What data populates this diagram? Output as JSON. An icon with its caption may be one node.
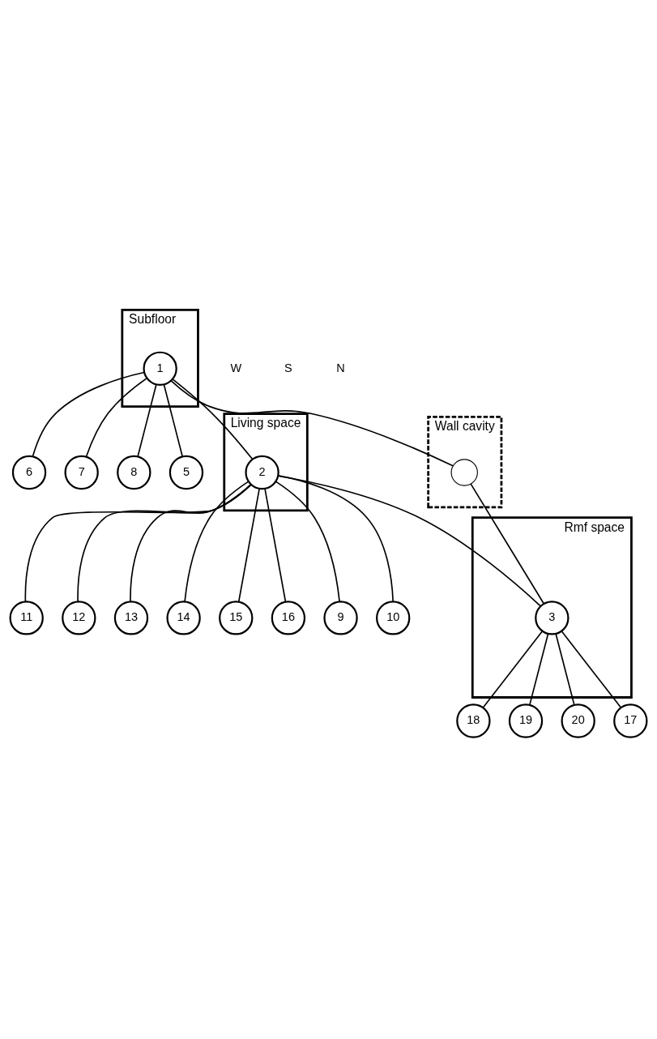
{
  "diagram": {
    "nodes": [
      {
        "text": [
          "Subfloor"
        ]
      },
      {
        "text": [
          "1"
        ],
        "in": 0
      },
      {
        "text": [
          "6"
        ]
      },
      {
        "text": [
          "7"
        ]
      },
      {
        "text": [
          "8"
        ]
      },
      {
        "text": [
          "5"
        ]
      },
      {
        "text": [
          "Living space"
        ]
      },
      {
        "text": [
          "2"
        ],
        "in": 6
      },
      {
        "text": [
          "11"
        ]
      },
      {
        "text": [
          "12"
        ]
      },
      {
        "text": [
          "13"
        ]
      },
      {
        "text": [
          "14"
        ]
      },
      {
        "text": [
          "15"
        ]
      },
      {
        "text": [
          "16"
        ]
      },
      {
        "text": [
          "9"
        ]
      },
      {
        "text": [
          "10"
        ]
      },
      {
        "text": [
          "Wall cavity"
        ]
      },
      {
        "text": [],
        "shape": "circle",
        "in": 16
      },
      {
        "text": [
          "Rmf space"
        ]
      },
      {
        "text": [
          "3"
        ],
        "in": 18
      },
      {
        "text": [
          "18"
        ]
      },
      {
        "text": [
          "19"
        ]
      },
      {
        "text": [
          "20"
        ]
      },
      {
        "text": [
          "17"
        ]
      }
    ],
    "edges": [
      {
        "from": 1,
        "to": 2,
        "arrow": "none"
      },
      {
        "from": 1,
        "to": 3,
        "arrow": "none"
      },
      {
        "from": 1,
        "to": 4,
        "arrow": "none"
      },
      {
        "from": 1,
        "to": 5,
        "arrow": "none"
      },
      {
        "from": 1,
        "to": 7,
        "arrow": "none"
      },
      {
        "from": 1,
        "to": 17,
        "arrow": "none"
      },
      {
        "from": 17,
        "to": 19,
        "arrow": "none"
      },
      {
        "from": 7,
        "to": 8,
        "arrow": "none"
      },
      {
        "from": 7,
        "to": 9,
        "arrow": "none"
      },
      {
        "from": 7,
        "to": 10,
        "arrow": "none"
      },
      {
        "from": 7,
        "to": 11,
        "arrow": "none"
      },
      {
        "from": 7,
        "to": 12,
        "arrow": "none"
      },
      {
        "from": 7,
        "to": 13,
        "arrow": "none"
      },
      {
        "from": 7,
        "to": 14,
        "arrow": "none"
      },
      {
        "from": 7,
        "to": 15,
        "arrow": "none"
      },
      {
        "from": 7,
        "to": 19,
        "arrow": "none"
      },
      {
        "from": 19,
        "to": 20,
        "arrow": "none"
      },
      {
        "from": 19,
        "to": 21,
        "arrow": "none"
      },
      {
        "from": 19,
        "to": 22,
        "arrow": "none"
      },
      {
        "from": 19,
        "to": 23,
        "arrow": "none"
      }
    ],
    "labels": [
      "W",
      "S",
      "N"
    ]
  }
}
